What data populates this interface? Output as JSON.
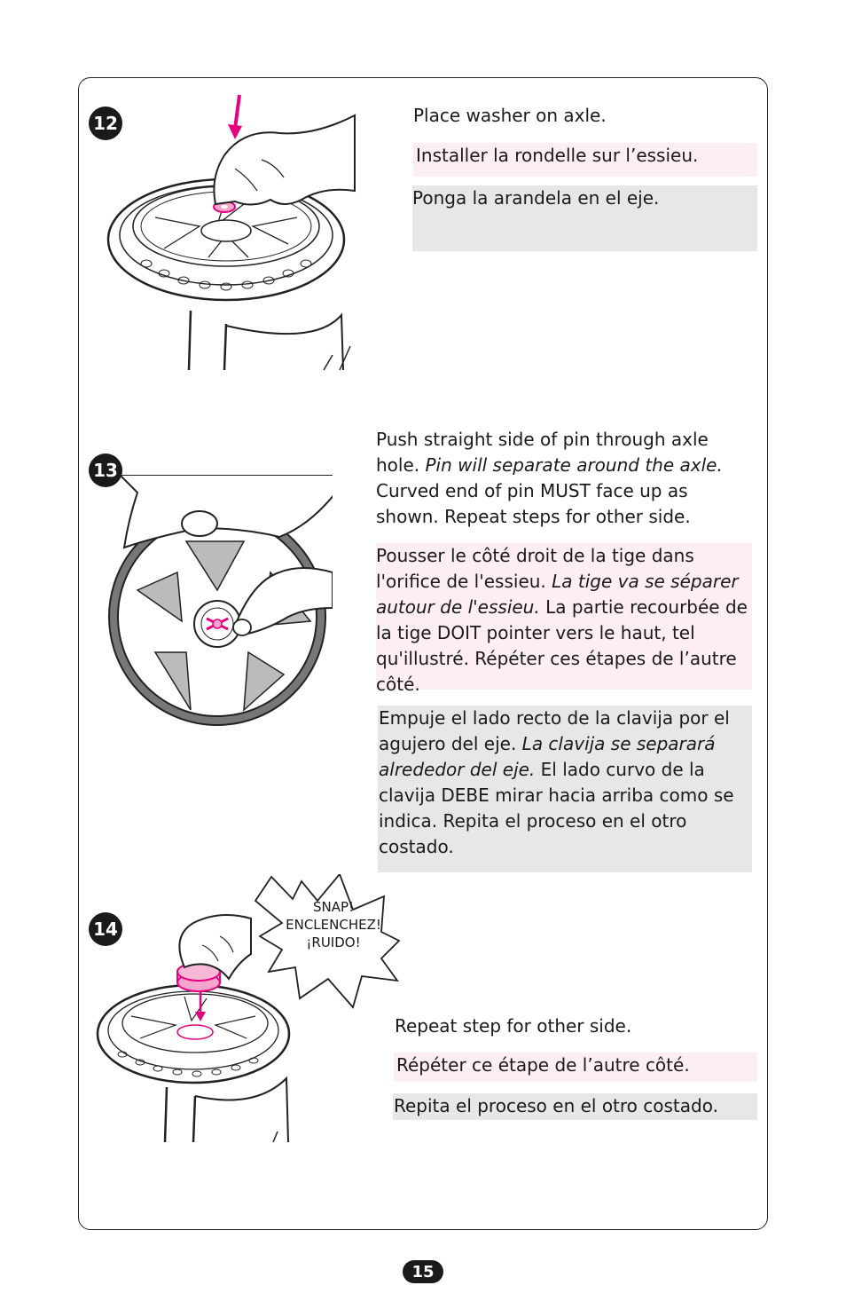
{
  "page_number": "15",
  "steps": [
    {
      "number": "12",
      "en": "Place washer on axle.",
      "fr": "Installer la rondelle sur l’essieu.",
      "es": "Ponga la arandela en el eje."
    },
    {
      "number": "13",
      "en_a": "Push straight side of pin through axle hole. ",
      "en_i": "Pin will separate around the axle.",
      "en_b": " Curved end of pin MUST face up as shown. Repeat steps for other side.",
      "fr_a": "Pousser le côté droit de la tige dans l'orifice de l'essieu. ",
      "fr_i": "La tige va se séparer autour de l'essieu.",
      "fr_b": " La partie recourbée de la tige DOIT pointer vers le haut, tel qu'illustré. Répéter ces étapes de l’autre côté.",
      "es_a": "Empuje el lado recto de la clavija por el agujero del eje. ",
      "es_i": "La clavija se separará alrededor del eje.",
      "es_b": " El lado curvo de la clavija DEBE mirar hacia arriba como se indica.  Repita el proceso en el otro costado."
    },
    {
      "number": "14",
      "callout": [
        "SNAP!",
        "ENCLENCHEZ!",
        "¡RUIDO!"
      ],
      "en": "Repeat step for other side.",
      "fr": "Répéter ce étape de l’autre côté.",
      "es": "Repita el proceso en el otro costado."
    }
  ],
  "colors": {
    "accent": "#e6007e",
    "pink_bg": "#fdeef3",
    "gray_bg": "#e7e7e7"
  }
}
